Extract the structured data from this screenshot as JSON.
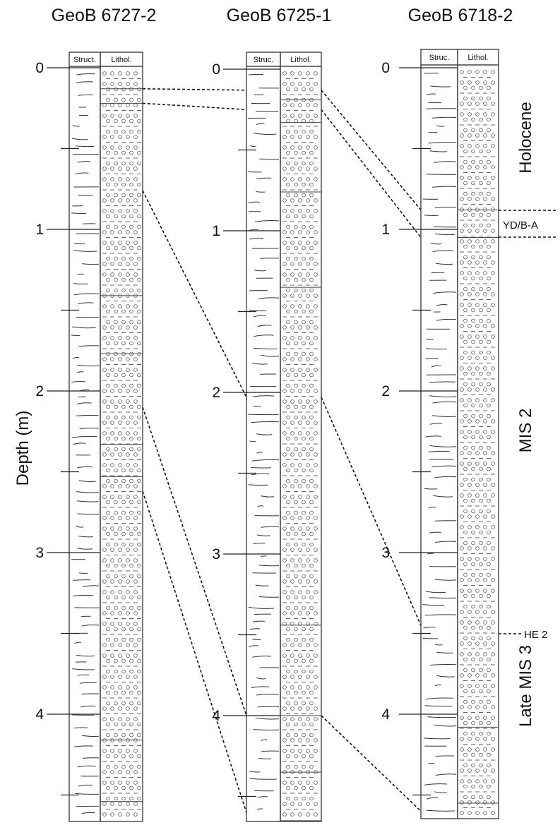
{
  "figure": {
    "axis_label": "Depth (m)",
    "column_headers": {
      "struct_a": "Struct.",
      "struct_b": "Struc.",
      "lithol": "Lithol."
    },
    "cores": [
      {
        "name": "GeoB 6727-2",
        "struct_header": "Struct.",
        "length_m": 4.65
      },
      {
        "name": "GeoB 6725-1",
        "struct_header": "Struc.",
        "length_m": 4.65
      },
      {
        "name": "GeoB 6718-2",
        "struct_header": "Struc.",
        "length_m": 4.55
      }
    ],
    "depth_ticks": [
      "0",
      "1",
      "2",
      "3",
      "4"
    ],
    "stratigraphic_units": [
      "Holocene",
      "MIS 2",
      "Late MIS 3"
    ],
    "markers": [
      "YD/B-A",
      "HE 2"
    ],
    "correlations": [
      {
        "from_core": 0,
        "from_depth_m": 0.13,
        "to_core": 1,
        "to_depth_m": 0.13
      },
      {
        "from_core": 0,
        "from_depth_m": 0.22,
        "to_core": 1,
        "to_depth_m": 0.25
      },
      {
        "from_core": 0,
        "from_depth_m": 0.76,
        "to_core": 1,
        "to_depth_m": 2.03
      },
      {
        "from_core": 0,
        "from_depth_m": 2.1,
        "to_core": 1,
        "to_depth_m": 4.0
      },
      {
        "from_core": 0,
        "from_depth_m": 2.62,
        "to_core": 1,
        "to_depth_m": 4.6
      },
      {
        "from_core": 1,
        "from_depth_m": 0.13,
        "to_core": 2,
        "to_depth_m": 0.88
      },
      {
        "from_core": 1,
        "from_depth_m": 0.25,
        "to_core": 2,
        "to_depth_m": 1.05
      },
      {
        "from_core": 1,
        "from_depth_m": 2.03,
        "to_core": 2,
        "to_depth_m": 3.45
      },
      {
        "from_core": 1,
        "from_depth_m": 4.0,
        "to_core": 2,
        "to_depth_m": 4.6
      }
    ]
  }
}
